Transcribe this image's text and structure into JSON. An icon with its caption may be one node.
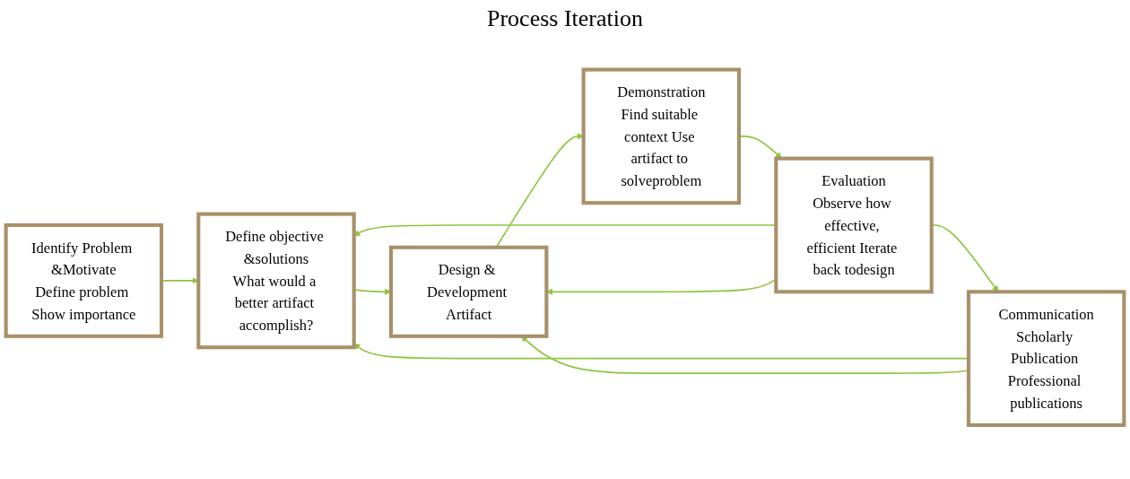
{
  "diagram": {
    "nodes": [
      {
        "text": [
          "Identify Problem &Motivate",
          "Define problem Show importance"
        ]
      },
      {
        "text": [
          "Define objective &solutions",
          "What would a better artifact accomplish?"
        ]
      },
      {
        "text": [
          "Design & Development Artifact"
        ]
      },
      {
        "text": [
          "Demonstration",
          "Find suitable context Use artifact to solveproblem"
        ]
      },
      {
        "text": [
          "Evaluation",
          "Observe how effective, efficient Iterate back todesign"
        ]
      },
      {
        "text": [
          "Communication",
          "Scholarly Publication Professional publications"
        ]
      }
    ],
    "edges": [
      {
        "from": 0,
        "to": 1,
        "arrow": "to"
      },
      {
        "from": 1,
        "to": 2,
        "arrow": "to"
      },
      {
        "from": 2,
        "to": 3,
        "arrow": "to"
      },
      {
        "from": 3,
        "to": 4,
        "arrow": "to"
      },
      {
        "from": 4,
        "to": 5,
        "arrow": "to"
      },
      {
        "from": 4,
        "to": 1,
        "arrow": "to"
      },
      {
        "from": 4,
        "to": 2,
        "arrow": "to"
      },
      {
        "from": 5,
        "to": 1,
        "arrow": "to"
      },
      {
        "from": 5,
        "to": 2,
        "arrow": "to"
      }
    ],
    "labels": [
      "Process Iteration"
    ]
  }
}
